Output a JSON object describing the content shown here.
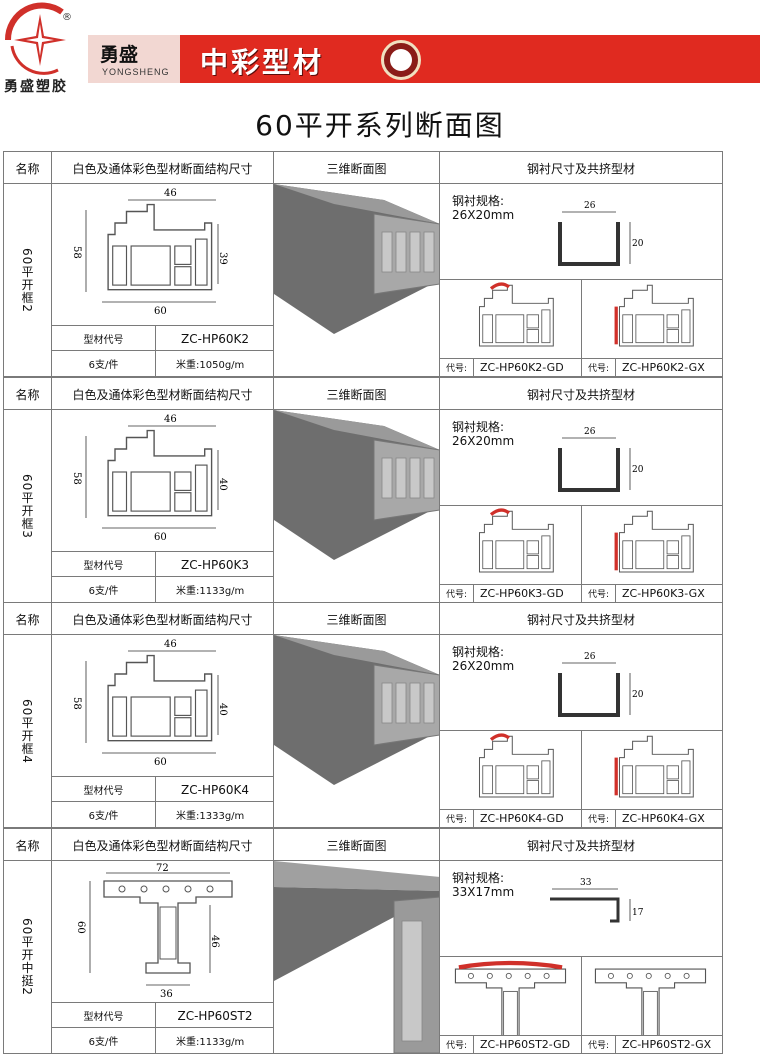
{
  "header": {
    "logo_text": "勇盛塑胶",
    "reg_mark": "®",
    "brand_cn": "勇盛",
    "brand_en": "YONGSHENG",
    "slogan": "中彩型材"
  },
  "page_title": "60平开系列断面图",
  "colors": {
    "banner": "#e02a20",
    "profile_gray": "#8c8c8c",
    "gasket_red": "#d0302a"
  },
  "sections": [
    {
      "head_name": "名称",
      "head_dim": "白色及通体彩色型材断面结构尺寸",
      "head_3d": "三维断面图",
      "head_steel": "钢衬尺寸及共挤型材",
      "name": "60平开框2",
      "dims": {
        "w": "46",
        "h": "58",
        "inner": "39",
        "base": "60"
      },
      "code_label": "型材代号",
      "code": "ZC-HP60K2",
      "pack": "6支/件",
      "weight": "米重:1050g/m",
      "steel_label": "钢衬规格:",
      "steel_size": "26X20mm",
      "steel_w": "26",
      "steel_h": "20",
      "co_prefix": "代号:",
      "co_gd": "ZC-HP60K2-GD",
      "co_gx": "ZC-HP60K2-GX"
    },
    {
      "head_name": "名称",
      "head_dim": "白色及通体彩色型材断面结构尺寸",
      "head_3d": "三维断面图",
      "head_steel": "钢衬尺寸及共挤型材",
      "name": "60平开框3",
      "dims": {
        "w": "46",
        "h": "58",
        "inner": "40",
        "base": "60"
      },
      "code_label": "型材代号",
      "code": "ZC-HP60K3",
      "pack": "6支/件",
      "weight": "米重:1133g/m",
      "steel_label": "钢衬规格:",
      "steel_size": "26X20mm",
      "steel_w": "26",
      "steel_h": "20",
      "co_prefix": "代号:",
      "co_gd": "ZC-HP60K3-GD",
      "co_gx": "ZC-HP60K3-GX"
    },
    {
      "head_name": "名称",
      "head_dim": "白色及通体彩色型材断面结构尺寸",
      "head_3d": "三维断面图",
      "head_steel": "钢衬尺寸及共挤型材",
      "name": "60平开框4",
      "dims": {
        "w": "46",
        "h": "58",
        "inner": "40",
        "base": "60"
      },
      "code_label": "型材代号",
      "code": "ZC-HP60K4",
      "pack": "6支/件",
      "weight": "米重:1333g/m",
      "steel_label": "钢衬规格:",
      "steel_size": "26X20mm",
      "steel_w": "26",
      "steel_h": "20",
      "co_prefix": "代号:",
      "co_gd": "ZC-HP60K4-GD",
      "co_gx": "ZC-HP60K4-GX"
    },
    {
      "head_name": "名称",
      "head_dim": "白色及通体彩色型材断面结构尺寸",
      "head_3d": "三维断面图",
      "head_steel": "钢衬尺寸及共挤型材",
      "name": "60平开中挺2",
      "dims": {
        "w": "72",
        "h": "60",
        "inner": "46",
        "base": "36"
      },
      "code_label": "型材代号",
      "code": "ZC-HP60ST2",
      "pack": "6支/件",
      "weight": "米重:1133g/m",
      "steel_label": "钢衬规格:",
      "steel_size": "33X17mm",
      "steel_w": "33",
      "steel_h": "17",
      "co_prefix": "代号:",
      "co_gd": "ZC-HP60ST2-GD",
      "co_gx": "ZC-HP60ST2-GX"
    }
  ]
}
